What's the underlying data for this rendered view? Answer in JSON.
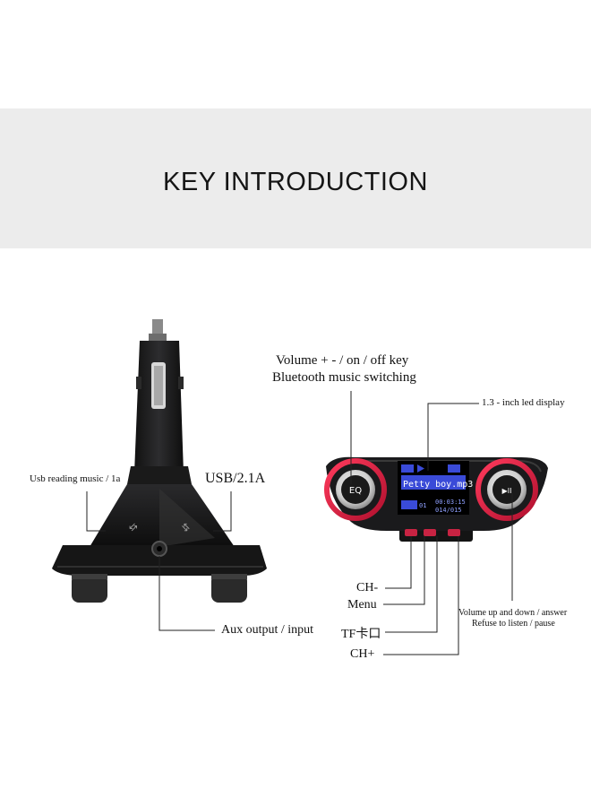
{
  "banner": {
    "title": "KEY INTRODUCTION"
  },
  "left_device": {
    "labels": {
      "usb_reading": "Usb reading music / 1a",
      "usb_power": "USB/2.1A",
      "aux": "Aux output / input"
    }
  },
  "right_device": {
    "labels": {
      "volume_key": "Volume + - / on / off key",
      "bluetooth": "Bluetooth music switching",
      "led_display": "1.3 - inch led display",
      "ch_minus": "CH-",
      "menu": "Menu",
      "tf": "TF卡口",
      "ch_plus": "CH+",
      "volume_up_down": "Volume up and down / answer",
      "refuse": "Refuse to listen / pause"
    },
    "screen": {
      "track": "Petty boy.mp3",
      "time": "00:03:15",
      "track_count": "014/015",
      "channel": "01"
    },
    "buttons": {
      "eq": "EQ",
      "play_pause": "▶II"
    }
  },
  "colors": {
    "banner_bg": "#ececec",
    "device_body": "#1c1c1e",
    "screen_bg": "#3a4bd8",
    "ring_red": "#e2294a"
  }
}
